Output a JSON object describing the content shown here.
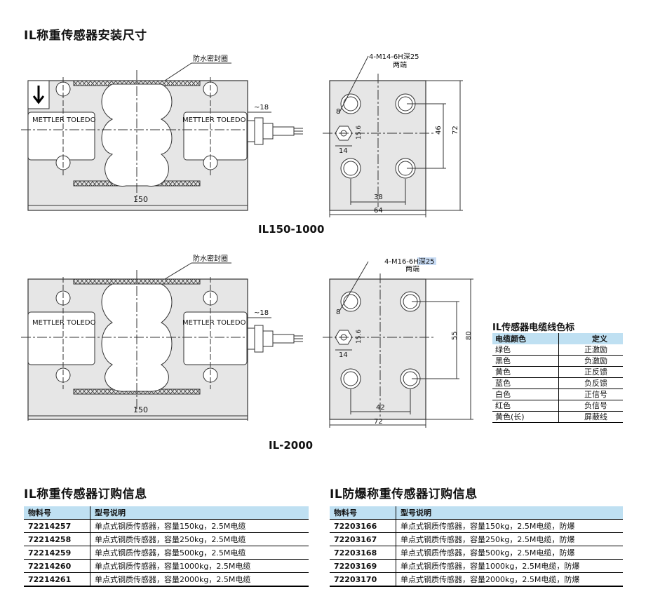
{
  "titles": {
    "install": "IL称重传感器安装尺寸",
    "order_il": "IL称重传感器订购信息",
    "order_ex": "IL防爆称重传感器订购信息"
  },
  "drawing1": {
    "model": "IL150-1000",
    "seal_label": "防水密封圈",
    "brand_left": "METTLER TOLEDO",
    "brand_right": "METTLER TOLEDO",
    "cable_dim": "~18",
    "width_dim": "150",
    "hole_spec": "4-M14-6H深25",
    "hole_spec2": "两端",
    "dim_8": "8",
    "dim_156": "15.6",
    "dim_14": "14",
    "dim_46": "46",
    "dim_72": "72",
    "dim_38": "38",
    "dim_64": "64",
    "arrow_icon": "down-arrow-icon"
  },
  "drawing2": {
    "model": "IL-2000",
    "seal_label": "防水密封圈",
    "brand_left": "METTLER TOLEDO",
    "brand_right": "METTLER TOLEDO",
    "cable_dim": "~18",
    "width_dim": "150",
    "hole_spec": "4-M16-6H深25",
    "hole_spec2": "两端",
    "dim_8": "8",
    "dim_156": "15.6",
    "dim_14": "14",
    "dim_55": "55",
    "dim_80": "80",
    "dim_42": "42",
    "dim_72": "72"
  },
  "legend": {
    "title": "IL传感器电缆线色标",
    "headers": [
      "电缆颜色",
      "定义"
    ],
    "rows": [
      [
        "绿色",
        "正激励"
      ],
      [
        "黑色",
        "负激励"
      ],
      [
        "黄色",
        "正反馈"
      ],
      [
        "蓝色",
        "负反馈"
      ],
      [
        "白色",
        "正信号"
      ],
      [
        "红色",
        "负信号"
      ],
      [
        "黄色(长)",
        "屏蔽线"
      ]
    ]
  },
  "order_il": {
    "headers": [
      "物料号",
      "型号说明"
    ],
    "rows": [
      [
        "72214257",
        "单点式钢质传感器，容量150kg，2.5M电缆"
      ],
      [
        "72214258",
        "单点式钢质传感器，容量250kg，2.5M电缆"
      ],
      [
        "72214259",
        "单点式钢质传感器，容量500kg，2.5M电缆"
      ],
      [
        "72214260",
        "单点式钢质传感器，容量1000kg，2.5M电缆"
      ],
      [
        "72214261",
        "单点式钢质传感器，容量2000kg，2.5M电缆"
      ]
    ]
  },
  "order_ex": {
    "headers": [
      "物料号",
      "型号说明"
    ],
    "rows": [
      [
        "72203166",
        "单点式钢质传感器，容量150kg，2.5M电缆，防爆"
      ],
      [
        "72203167",
        "单点式钢质传感器，容量250kg，2.5M电缆，防爆"
      ],
      [
        "72203168",
        "单点式钢质传感器，容量500kg，2.5M电缆，防爆"
      ],
      [
        "72203169",
        "单点式钢质传感器，容量1000kg，2.5M电缆，防爆"
      ],
      [
        "72203170",
        "单点式钢质传感器，容量2000kg，2.5M电缆，防爆"
      ]
    ]
  },
  "colors": {
    "header_fill": "#bfe0f2",
    "drawing_fill": "#e6e6e6",
    "line": "#333333"
  }
}
